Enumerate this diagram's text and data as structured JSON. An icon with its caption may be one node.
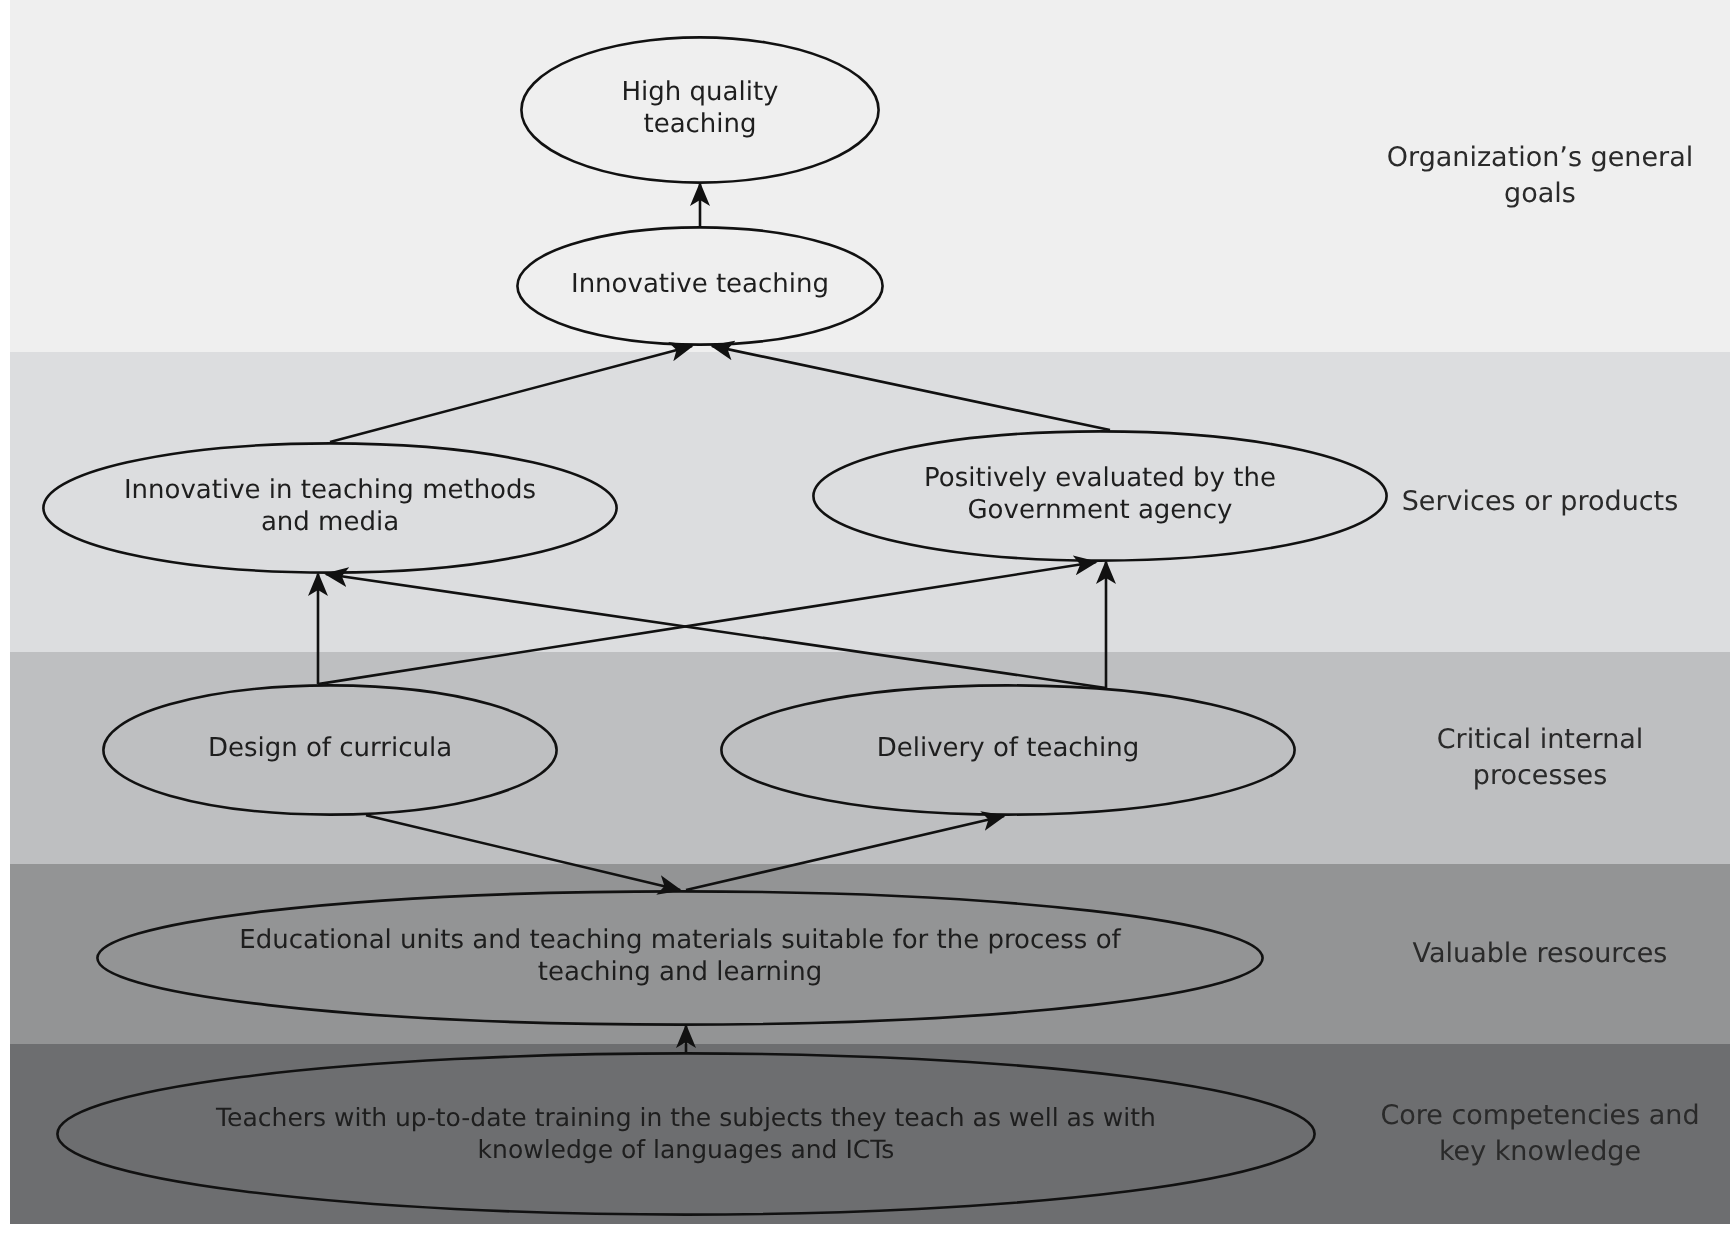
{
  "diagram": {
    "nodes": [
      {
        "text": [
          "Organization’s general goals"
        ]
      },
      {
        "text": [
          "High quality teaching"
        ],
        "in": 0
      },
      {
        "text": [
          "Innovative teaching"
        ],
        "in": 0
      },
      {
        "text": [
          "Services or products"
        ]
      },
      {
        "text": [
          "Innovative in teaching methods and media"
        ],
        "in": 3
      },
      {
        "text": [
          "Positively evaluated by the Government agency"
        ],
        "in": 3
      },
      {
        "text": [
          "Critical internal processes"
        ]
      },
      {
        "text": [
          "Design of curricula"
        ],
        "in": 6
      },
      {
        "text": [
          "Delivery of teaching"
        ],
        "in": 6
      },
      {
        "text": [
          "Valuable resources"
        ]
      },
      {
        "text": [
          "Educational units and teaching materials suitable for the process of teaching and learning"
        ],
        "in": 9
      },
      {
        "text": [
          "Core competencies and key knowledge"
        ]
      },
      {
        "text": [
          "Teachers with up-to-date training in the subjects they teach as well as with knowledge of languages and ICTs"
        ],
        "in": 11
      }
    ],
    "edges": [
      {
        "from": 2,
        "to": 1,
        "arrow": "to"
      },
      {
        "from": 4,
        "to": 2,
        "arrow": "to"
      },
      {
        "from": 5,
        "to": 2,
        "arrow": "to"
      },
      {
        "from": 7,
        "to": 4,
        "arrow": "to"
      },
      {
        "from": 7,
        "to": 5,
        "arrow": "to"
      },
      {
        "from": 8,
        "to": 4,
        "arrow": "to"
      },
      {
        "from": 8,
        "to": 5,
        "arrow": "to"
      },
      {
        "from": 7,
        "to": 10,
        "arrow": "to"
      },
      {
        "from": 10,
        "to": 8,
        "arrow": "to"
      },
      {
        "from": 12,
        "to": 10,
        "arrow": "to"
      }
    ]
  }
}
